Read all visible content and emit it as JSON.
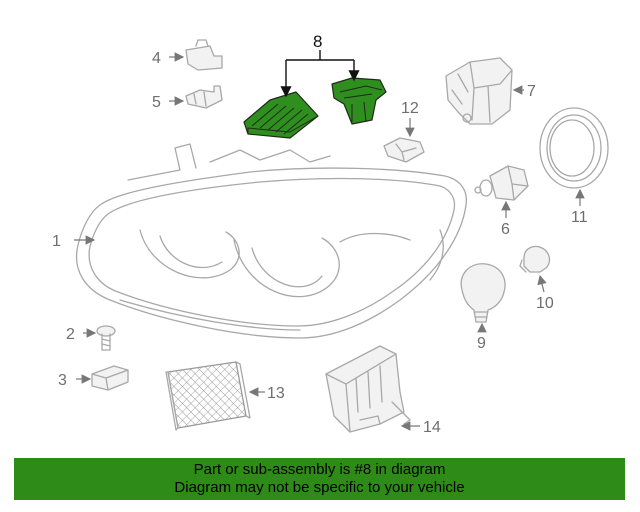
{
  "callouts": {
    "c1": "1",
    "c2": "2",
    "c3": "3",
    "c4": "4",
    "c5": "5",
    "c6": "6",
    "c7": "7",
    "c8": "8",
    "c9": "9",
    "c10": "10",
    "c11": "11",
    "c12": "12",
    "c13": "13",
    "c14": "14"
  },
  "highlight": {
    "part": "8",
    "color": "#2e8b17"
  },
  "banner": {
    "line1": "Part or sub-assembly is #8 in diagram",
    "line2": "Diagram may not be specific to your vehicle"
  }
}
